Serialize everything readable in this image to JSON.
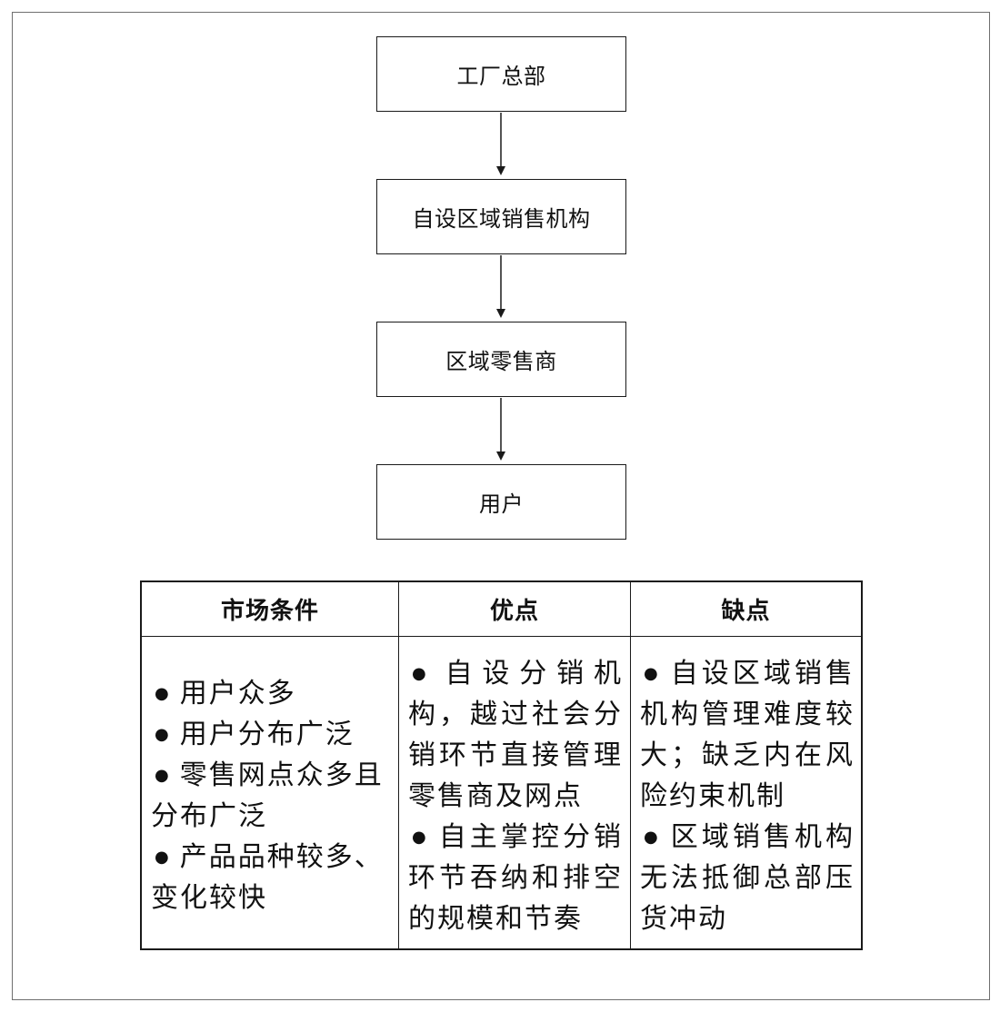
{
  "flowchart": {
    "nodes": [
      {
        "id": "headquarters",
        "label": "工厂总部"
      },
      {
        "id": "regional-sales-org",
        "label": "自设区域销售机构"
      },
      {
        "id": "regional-retailer",
        "label": "区域零售商"
      },
      {
        "id": "user",
        "label": "用户"
      }
    ],
    "edges": [
      {
        "from": "headquarters",
        "to": "regional-sales-org"
      },
      {
        "from": "regional-sales-org",
        "to": "regional-retailer"
      },
      {
        "from": "regional-retailer",
        "to": "user"
      }
    ]
  },
  "table": {
    "headers": [
      "市场条件",
      "优点",
      "缺点"
    ],
    "market_conditions": [
      "用户众多",
      "用户分布广泛",
      "零售网点众多且分布广泛",
      "产品品种较多、变化较快"
    ],
    "advantages": [
      "自设分销机构，越过社会分销环节直接管理零售商及网点",
      "自主掌控分销环节吞纳和排空的规模和节奏"
    ],
    "disadvantages": [
      "自设区域销售机构管理难度较大；缺乏内在风险约束机制",
      "区域销售机构无法抵御总部压货冲动"
    ]
  }
}
